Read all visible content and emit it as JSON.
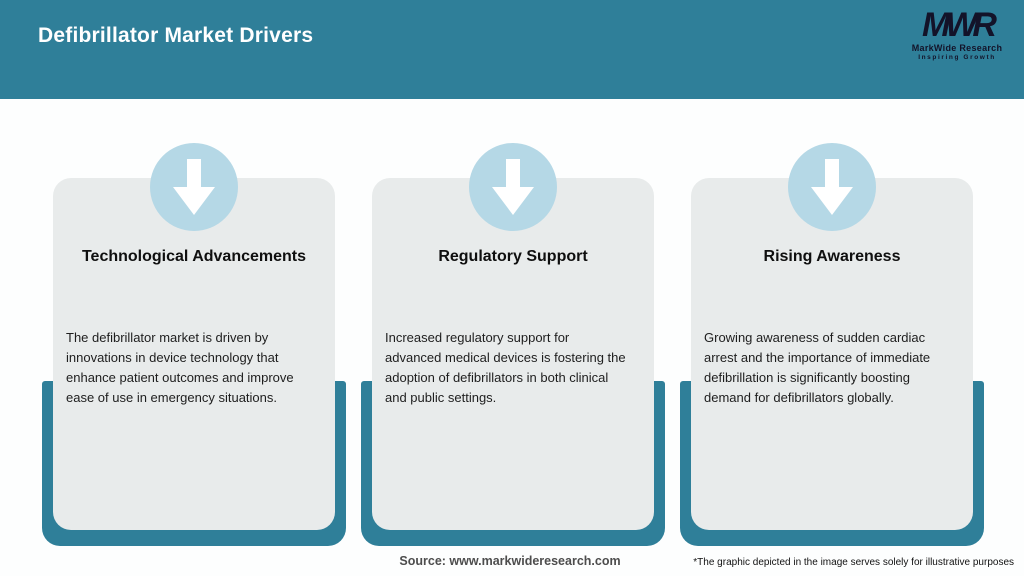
{
  "header": {
    "title": "Defibrillator Market Drivers",
    "background_color": "#2f7f99"
  },
  "logo": {
    "mark": "MWR",
    "name": "MarkWide Research",
    "tagline": "Inspiring Growth",
    "color": "#131329"
  },
  "cards": [
    {
      "title": "Technological Advancements",
      "body": "The defibrillator market is driven by\ninnovations in device technology that\nenhance patient outcomes and improve\nease of use in emergency situations.",
      "icon": "arrow-down-icon"
    },
    {
      "title": "Regulatory Support",
      "body": "Increased regulatory support for\nadvanced medical devices is fostering the\nadoption of defibrillators in both clinical\nand public settings.",
      "icon": "arrow-down-icon"
    },
    {
      "title": "Rising Awareness",
      "body": "Growing awareness of sudden cardiac\narrest and the importance of immediate\ndefibrillation is significantly boosting\ndemand for defibrillators globally.",
      "icon": "arrow-down-icon"
    }
  ],
  "footer": {
    "source": "Source: www.markwideresearch.com",
    "disclaimer": "*The graphic depicted in the image serves solely for illustrative purposes"
  },
  "colors": {
    "teal": "#2f7f99",
    "card_background": "#e8ebeb",
    "circle_blue": "#b5d8e6",
    "white": "#ffffff"
  }
}
